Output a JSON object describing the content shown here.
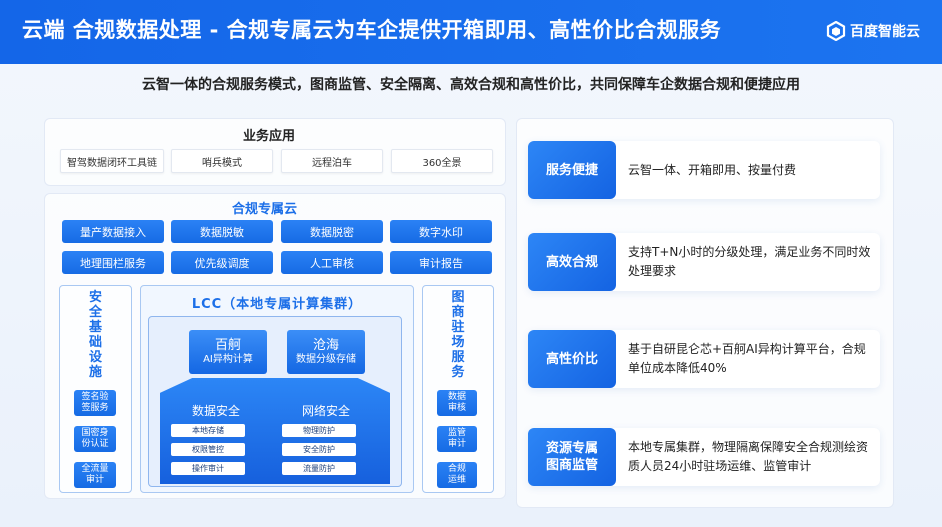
{
  "header": {
    "title": "云端 合规数据处理 - 合规专属云为车企提供开箱即用、高性价比合规服务",
    "brand": "百度智能云"
  },
  "subtitle": "云智一体的合规服务模式，图商监管、安全隔离、高效合规和高性价比，共同保障车企数据合规和便捷应用",
  "business_apps": {
    "title": "业务应用",
    "items": [
      "智驾数据闭环工具链",
      "哨兵模式",
      "远程泊车",
      "360全景"
    ]
  },
  "compliance_cloud": {
    "title": "合规专属云",
    "row1": [
      "量产数据接入",
      "数据脱敏",
      "数据脱密",
      "数字水印"
    ],
    "row2": [
      "地理围栏服务",
      "优先级调度",
      "人工审核",
      "审计报告"
    ]
  },
  "security_infra": {
    "title_chars": [
      "安",
      "全",
      "基",
      "础",
      "设",
      "施"
    ],
    "items": [
      [
        "签名验",
        "签服务"
      ],
      [
        "国密身",
        "份认证"
      ],
      [
        "全流量",
        "审计"
      ]
    ]
  },
  "map_service": {
    "title_chars": [
      "图",
      "商",
      "驻",
      "场",
      "服",
      "务"
    ],
    "items": [
      [
        "数据",
        "审核"
      ],
      [
        "监管",
        "审计"
      ],
      [
        "合规",
        "运维"
      ]
    ]
  },
  "lcc": {
    "title": "LCC（本地专属计算集群）",
    "cube_left": {
      "name": "百舸",
      "desc": "AI异构计算"
    },
    "cube_right": {
      "name": "沧海",
      "desc": "数据分级存储"
    },
    "data_security": {
      "title": "数据安全",
      "items": [
        "本地存储",
        "权限管控",
        "操作审计"
      ]
    },
    "network_security": {
      "title": "网络安全",
      "items": [
        "物理防护",
        "安全防护",
        "流量防护"
      ]
    }
  },
  "right_cards": [
    {
      "badge": [
        "服务便捷"
      ],
      "text": "云智一体、开箱即用、按量付费"
    },
    {
      "badge": [
        "高效合规"
      ],
      "text": "支持T+N小时的分级处理，满足业务不同时效处理要求"
    },
    {
      "badge": [
        "高性价比"
      ],
      "text": "基于自研昆仑芯+百舸AI异构计算平台，合规单位成本降低40%"
    },
    {
      "badge": [
        "资源专属",
        "图商监管"
      ],
      "text": "本地专属集群，物理隔离保障安全合规测绘资质人员24小时驻场运维、监管审计"
    }
  ],
  "colors": {
    "header_blue": "#1466e8",
    "accent_blue": "#1c6fe8",
    "chip_blue": "#166be4"
  }
}
